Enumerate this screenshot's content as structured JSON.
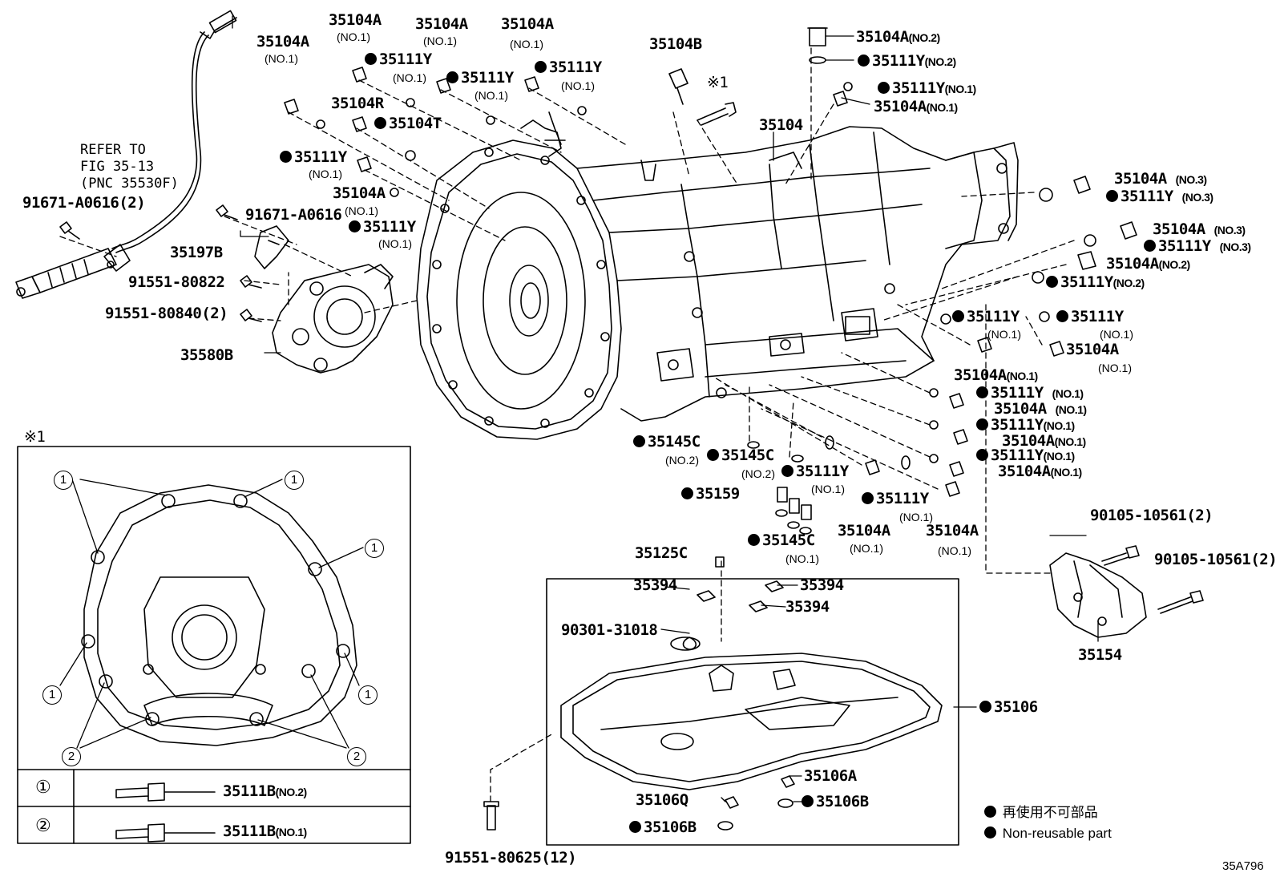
{
  "diagram_code": "35A796",
  "reference_note": {
    "line1": "REFER TO",
    "line2": "FIG 35-13",
    "line3": "(PNC 35530F)"
  },
  "symbol_note": "※1",
  "legend": {
    "nonreusable_jp": "再使用不可部品",
    "nonreusable_en": "Non-reusable part"
  },
  "inset_table": {
    "row1_key": "①",
    "row1_part": "35111B",
    "row1_no": "(NO.2)",
    "row2_key": "②",
    "row2_part": "35111B",
    "row2_no": "(NO.1)"
  },
  "circle_markers": {
    "one": "1",
    "two": "2"
  },
  "labels": {
    "l01": "35104A",
    "l01n": "(NO.1)",
    "l02": "35104A",
    "l02n": "(NO.1)",
    "l03": "35104A",
    "l03n": "(NO.1)",
    "l04": "35104A",
    "l04n": "(NO.1)",
    "l05": "35111Y",
    "l05n": "(NO.1)",
    "l06": "35111Y",
    "l06n": "(NO.1)",
    "l07": "35111Y",
    "l07n": "(NO.1)",
    "l08": "35104R",
    "l09": "35104T",
    "l10": "35111Y",
    "l10n": "(NO.1)",
    "l11": "35104A",
    "l11n": "(NO.1)",
    "l12": "35111Y",
    "l12n": "(NO.1)",
    "l13": "35104B",
    "l14": "※1",
    "l15": "35104",
    "l16": "35104A",
    "l16n": "(NO.2)",
    "l17": "35111Y",
    "l17n": "(NO.2)",
    "l18": "35111Y",
    "l18n": "(NO.1)",
    "l19": "35104A",
    "l19n": "(NO.1)",
    "l20": "35104A",
    "l20n": "(NO.3)",
    "l21": "35111Y",
    "l21n": "(NO.3)",
    "l22": "35104A",
    "l22n": "(NO.3)",
    "l23": "35111Y",
    "l23n": "(NO.3)",
    "l24": "35104A",
    "l24n": "(NO.2)",
    "l25": "35111Y",
    "l25n": "(NO.2)",
    "l26": "35111Y",
    "l26n": "(NO.1)",
    "l27": "35111Y",
    "l27n": "(NO.1)",
    "l28": "35104A",
    "l28n": "(NO.1)",
    "l29": "35104A",
    "l29n": "(NO.1)",
    "l30": "35111Y",
    "l30n": "(NO.1)",
    "l31": "35104A",
    "l31n": "(NO.1)",
    "l32": "35111Y",
    "l32n": "(NO.1)",
    "l33": "35104A",
    "l33n": "(NO.1)",
    "l34": "35111Y",
    "l34n": "(NO.1)",
    "l35": "35104A",
    "l35n": "(NO.1)",
    "l36": "35145C",
    "l36n": "(NO.2)",
    "l37": "35145C",
    "l37n": "(NO.2)",
    "l38": "35111Y",
    "l38n": "(NO.1)",
    "l39": "35111Y",
    "l39n": "(NO.1)",
    "l40": "35159",
    "l41": "35145C",
    "l41n": "(NO.1)",
    "l42": "35104A",
    "l42n": "(NO.1)",
    "l43": "35104A",
    "l43n": "(NO.1)",
    "l44": "91671-A0616(2)",
    "l45": "91671-A0616",
    "l46": "35197B",
    "l47": "91551-80822",
    "l48": "91551-80840(2)",
    "l49": "35580B",
    "l50": "90105-10561(2)",
    "l51": "90105-10561(2)",
    "l52": "35154",
    "l53": "35125C",
    "l54": "35394",
    "l55": "35394",
    "l56": "35394",
    "l57": "90301-31018",
    "l58": "35106",
    "l59": "35106A",
    "l60": "35106Q",
    "l61": "35106B",
    "l62": "35106B",
    "l63": "91551-80625(12)"
  }
}
